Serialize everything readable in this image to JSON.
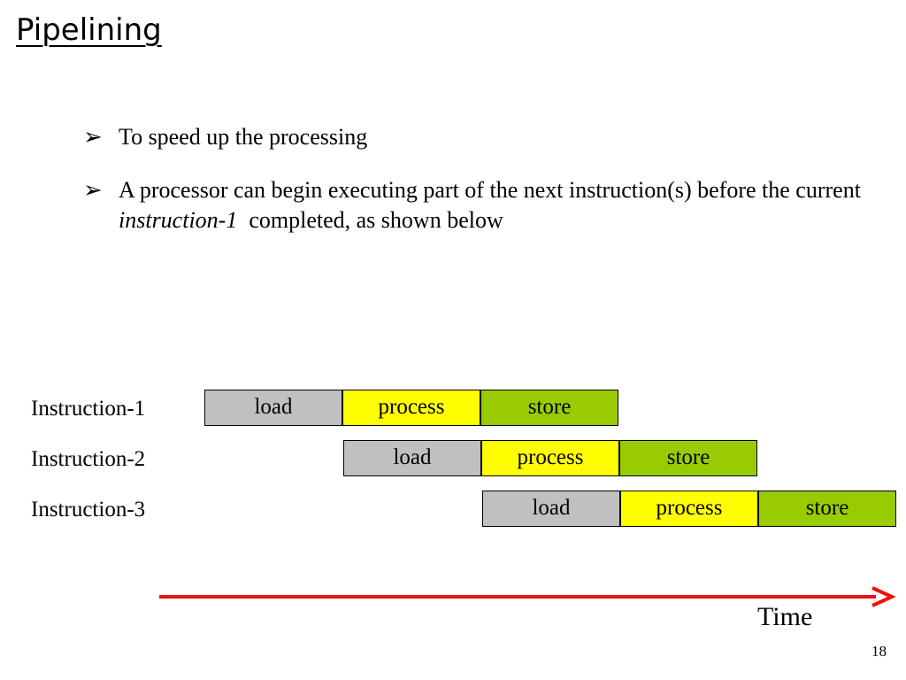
{
  "title": "Pipelining",
  "bullets": [
    {
      "marker": "➢",
      "text": "To speed up the processing"
    },
    {
      "marker": "➢",
      "text_before": "A processor can begin executing part of the next instruction(s) before the current",
      "italic": "instruction-1",
      "text_after": "completed, as shown below"
    }
  ],
  "stages": {
    "load": "load",
    "process": "process",
    "store": "store"
  },
  "instructions": [
    {
      "label": "Instruction-1"
    },
    {
      "label": "Instruction-2"
    },
    {
      "label": "Instruction-3"
    }
  ],
  "colors": {
    "load": "#c0c0c0",
    "process": "#ffff00",
    "store": "#99cc00",
    "arrow": "#ee1111"
  },
  "time_label": "Time",
  "page_number": "18"
}
